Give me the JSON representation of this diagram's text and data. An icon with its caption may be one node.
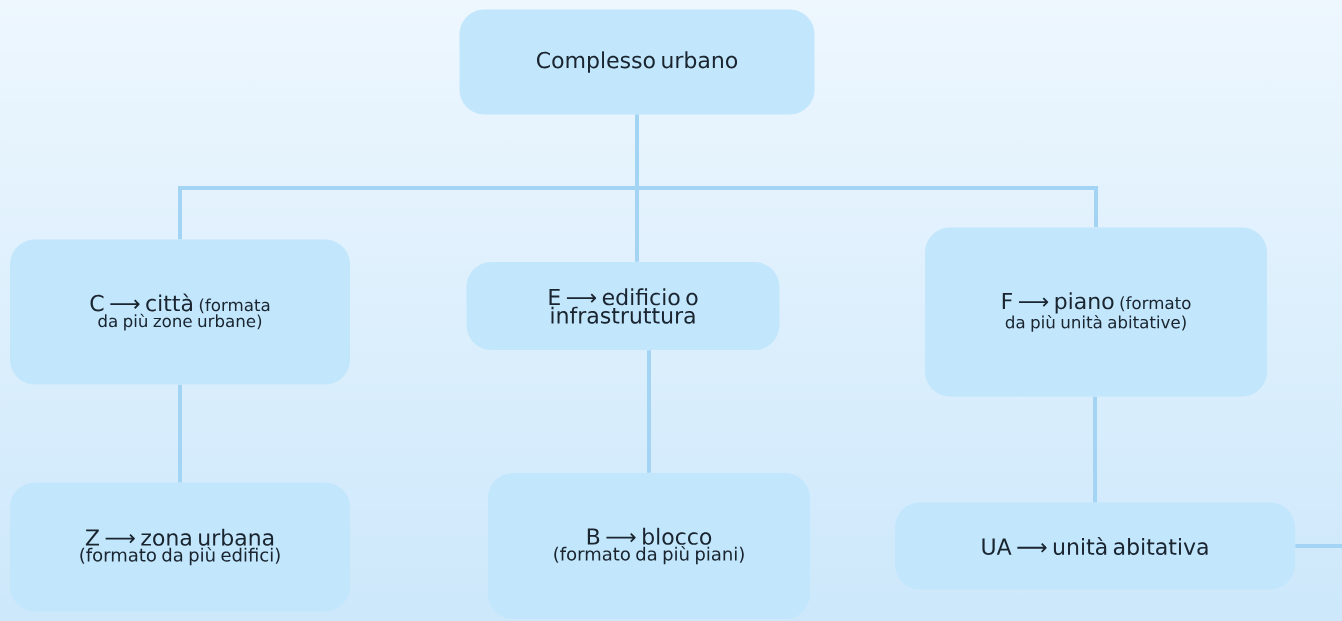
{
  "diagram": {
    "nodes": [
      {
        "text": [
          "Complesso urbano"
        ]
      },
      {
        "text": [
          "C ⟶ città",
          "(formata da più zone urbane)"
        ]
      },
      {
        "text": [
          "E ⟶ edificio o infrastruttura"
        ]
      },
      {
        "text": [
          "F ⟶ piano",
          "(formato da più unità abitative)"
        ]
      },
      {
        "text": [
          "Z ⟶ zona urbana",
          "(formato da più edifici)"
        ]
      },
      {
        "text": [
          "B ⟶ blocco",
          "(formato da più piani)"
        ]
      },
      {
        "text": [
          "UA ⟶ unità abitativa"
        ]
      }
    ],
    "edges": [
      {
        "from": 0,
        "to": 1,
        "arrow": "none"
      },
      {
        "from": 0,
        "to": 2,
        "arrow": "none"
      },
      {
        "from": 0,
        "to": 3,
        "arrow": "none"
      },
      {
        "from": 1,
        "to": 4,
        "arrow": "none"
      },
      {
        "from": 2,
        "to": 5,
        "arrow": "none"
      },
      {
        "from": 3,
        "to": 6,
        "arrow": "none"
      },
      {
        "from": 6,
        "to": null,
        "arrow": "none"
      }
    ]
  }
}
